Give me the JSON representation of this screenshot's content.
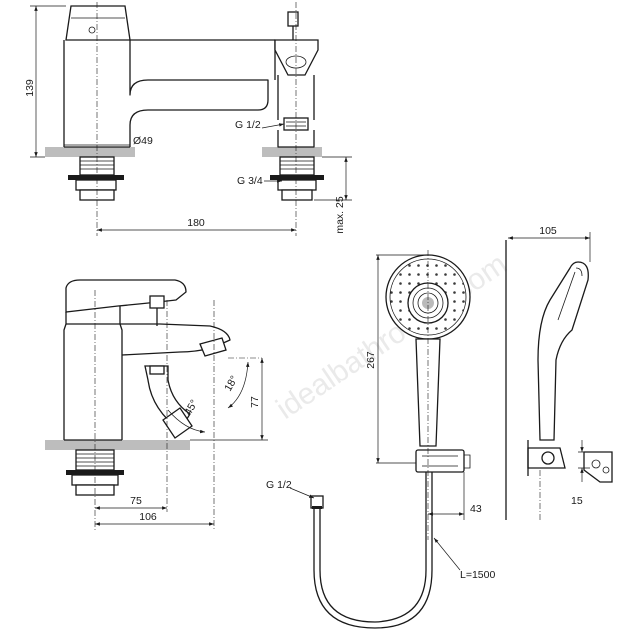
{
  "watermark": "idealbathrooms.com",
  "labels": {
    "d139": "139",
    "dia49": "Ø49",
    "g12_top": "G 1/2",
    "g34": "G 3/4",
    "d180": "180",
    "max25": "max. 25",
    "d267": "267",
    "d105": "105",
    "d18": "18°",
    "d45": "45°",
    "d77": "77",
    "d75": "75",
    "d106": "106",
    "g12_hose": "G 1/2",
    "d43": "43",
    "d15": "15",
    "hose_len": "L=1500"
  }
}
